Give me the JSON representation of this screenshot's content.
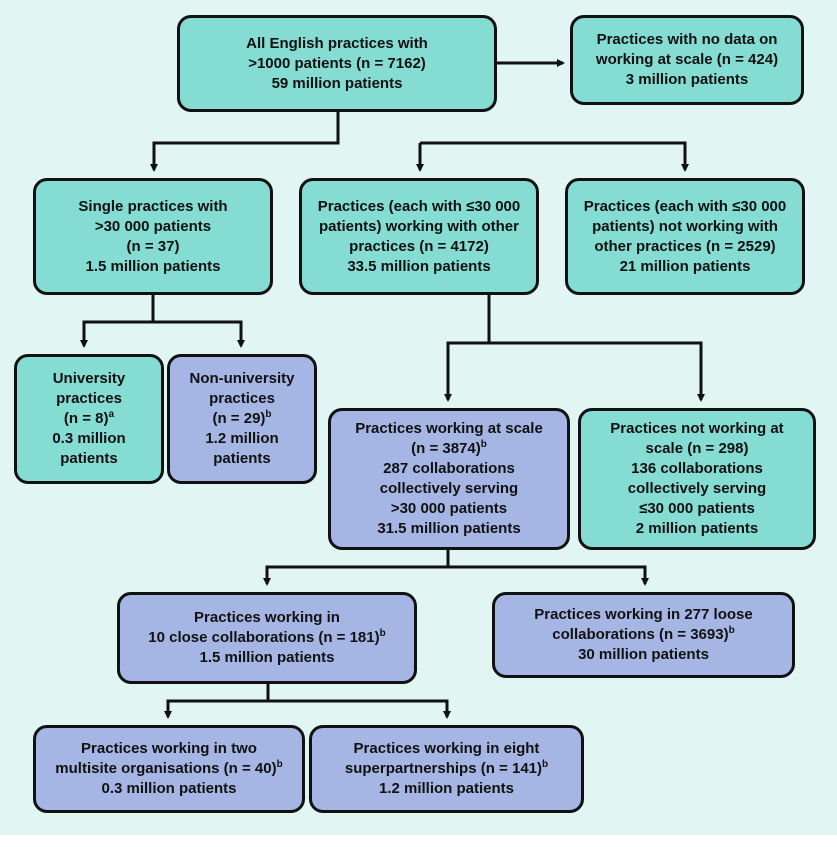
{
  "colors": {
    "background": "#e1f5f3",
    "teal_box": "#85dcd3",
    "lavender_box": "#a6b6e4",
    "border": "#111111"
  },
  "boxes": {
    "all_practices": {
      "lines": [
        "All English practices with",
        ">1000 patients (n = 7162)",
        "59 million patients"
      ]
    },
    "no_data": {
      "lines": [
        "Practices with no data on",
        "working at scale (n = 424)",
        "3 million patients"
      ]
    },
    "single_large": {
      "lines": [
        "Single practices with",
        ">30 000 patients",
        "(n = 37)",
        "1.5 million patients"
      ]
    },
    "working_with_others": {
      "lines": [
        "Practices (each with ≤30 000",
        "patients) working with other",
        "practices (n = 4172)",
        "33.5 million patients"
      ]
    },
    "not_working_with_others": {
      "lines": [
        "Practices (each with ≤30 000",
        "patients) not working with",
        "other practices (n = 2529)",
        "21 million patients"
      ]
    },
    "university": {
      "lines": [
        "University",
        "practices",
        "(n = 8)",
        "0.3 million",
        "patients"
      ],
      "sup": "a"
    },
    "non_university": {
      "lines": [
        "Non-university",
        "practices",
        "(n = 29)",
        "1.2 million",
        "patients"
      ],
      "sup": "b"
    },
    "at_scale": {
      "lines": [
        "Practices working at scale",
        "(n = 3874)",
        "287 collaborations",
        "collectively serving",
        ">30 000 patients",
        "31.5 million patients"
      ],
      "sup": "b"
    },
    "not_at_scale": {
      "lines": [
        "Practices not working at",
        "scale (n = 298)",
        "136 collaborations",
        "collectively serving",
        "≤30 000 patients",
        "2 million patients"
      ]
    },
    "close_collab": {
      "lines": [
        "Practices working in",
        "10 close collaborations (n = 181)",
        "1.5 million patients"
      ],
      "sup": "b"
    },
    "loose_collab": {
      "lines": [
        "Practices working in 277 loose",
        "collaborations (n = 3693)",
        "30 million patients"
      ],
      "sup": "b"
    },
    "multisite": {
      "lines": [
        "Practices working in two",
        "multisite organisations (n = 40)",
        "0.3 million patients"
      ],
      "sup": "b"
    },
    "superpartnerships": {
      "lines": [
        "Practices working in eight",
        "superpartnerships (n = 141)",
        "1.2 million patients"
      ],
      "sup": "b"
    }
  }
}
